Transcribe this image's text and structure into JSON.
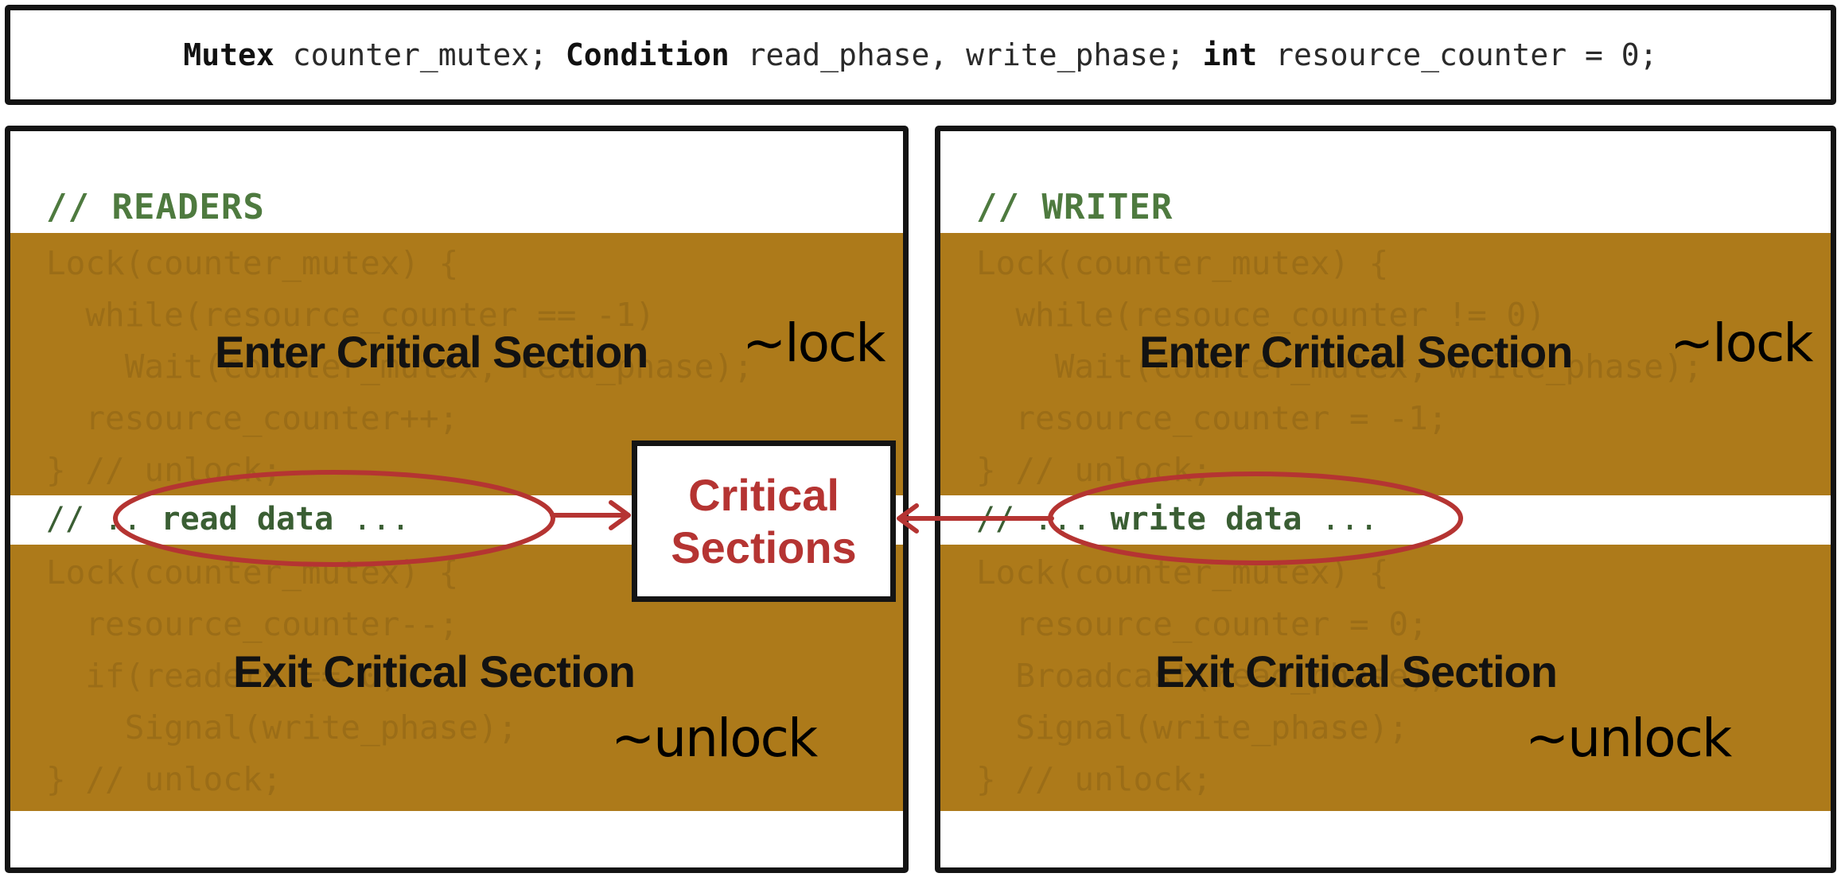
{
  "declaration": {
    "kw_mutex": "Mutex",
    "mutex_name": " counter_mutex; ",
    "kw_condition": "Condition",
    "condition_names": " read_phase, write_phase; ",
    "kw_int": "int",
    "int_decl": " resource_counter = 0;"
  },
  "readers": {
    "comment": "// READERS",
    "enter_code": [
      "Lock(counter_mutex) {",
      "  while(resource_counter == -1)",
      "    Wait(counter_mutex, read_phase);",
      "  resource_counter++;",
      "} // unlock;"
    ],
    "data_prefix": "// .. ",
    "data_label": "read data",
    "data_suffix": " ...",
    "exit_code": [
      "Lock(counter_mutex) {",
      "  resource_counter--;",
      "  if(readers == 0)",
      "    Signal(write_phase);",
      "} // unlock;"
    ],
    "enter_label": "Enter Critical Section",
    "exit_label": "Exit Critical Section",
    "lock_note": "~lock",
    "unlock_note": "~unlock"
  },
  "writer": {
    "comment": "// WRITER",
    "enter_code": [
      "Lock(counter_mutex) {",
      "  while(resouce_counter != 0)",
      "    Wait(counter_mutex, write_phase);",
      "  resource_counter = -1;",
      "} // unlock;"
    ],
    "data_prefix": "// ... ",
    "data_label": "write data",
    "data_suffix": " ...",
    "exit_code": [
      "Lock(counter_mutex) {",
      "  resource_counter = 0;",
      "  Broadcast(read_phase);",
      "  Signal(write_phase);",
      "} // unlock;"
    ],
    "enter_label": "Enter Critical Section",
    "exit_label": "Exit Critical Section",
    "lock_note": "~lock",
    "unlock_note": "~unlock"
  },
  "critical_sections": {
    "line1": "Critical",
    "line2": "Sections"
  },
  "colors": {
    "band": "#ad7a1a",
    "annotation_red": "#b53432",
    "comment_green": "#4e7a3f"
  }
}
